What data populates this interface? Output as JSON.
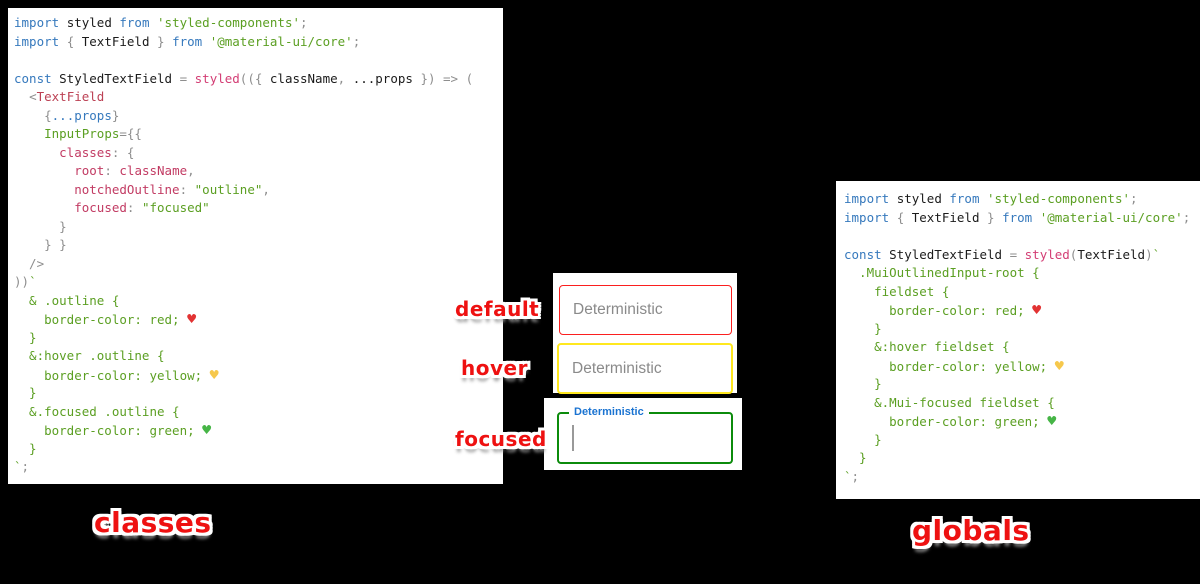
{
  "colors": {
    "kw": "#3679bd",
    "plain": "#1b1b1b",
    "str": "#5b9f22",
    "func": "#d33d74",
    "component": "#bc4154",
    "key": "#c23b63",
    "punct": "#8e8e8e",
    "heart_red": "#e23333",
    "heart_yellow": "#f6c84c",
    "heart_green": "#46b546",
    "field_red": "#fb1f1f",
    "field_yellow": "#ffe81f",
    "field_green": "#0b8b0b",
    "label_blue": "#1a73d1",
    "placeholder_gray": "#8a8a8a",
    "caret_gray": "#999999",
    "sticker_red": "#ee1111"
  },
  "left_code": {
    "lines": [
      [
        {
          "t": "import ",
          "c": "kw"
        },
        {
          "t": "styled ",
          "c": "plain"
        },
        {
          "t": "from ",
          "c": "kw"
        },
        {
          "t": "'styled-components'",
          "c": "str"
        },
        {
          "t": ";",
          "c": "punct"
        }
      ],
      [
        {
          "t": "import ",
          "c": "kw"
        },
        {
          "t": "{ ",
          "c": "punct"
        },
        {
          "t": "TextField",
          "c": "plain"
        },
        {
          "t": " } ",
          "c": "punct"
        },
        {
          "t": "from ",
          "c": "kw"
        },
        {
          "t": "'@material-ui/core'",
          "c": "str"
        },
        {
          "t": ";",
          "c": "punct"
        }
      ],
      [],
      [
        {
          "t": "const ",
          "c": "kw"
        },
        {
          "t": "StyledTextField ",
          "c": "plain"
        },
        {
          "t": "= ",
          "c": "punct"
        },
        {
          "t": "styled",
          "c": "func"
        },
        {
          "t": "(({ ",
          "c": "punct"
        },
        {
          "t": "className",
          "c": "plain"
        },
        {
          "t": ", ",
          "c": "punct"
        },
        {
          "t": "...props",
          "c": "plain"
        },
        {
          "t": " }) => (",
          "c": "punct"
        }
      ],
      [
        {
          "t": "  ",
          "c": "plain"
        },
        {
          "t": "<",
          "c": "punct"
        },
        {
          "t": "TextField",
          "c": "component"
        }
      ],
      [
        {
          "t": "    ",
          "c": "plain"
        },
        {
          "t": "{",
          "c": "punct"
        },
        {
          "t": "...props",
          "c": "kw"
        },
        {
          "t": "}",
          "c": "punct"
        }
      ],
      [
        {
          "t": "    ",
          "c": "plain"
        },
        {
          "t": "InputProps",
          "c": "str"
        },
        {
          "t": "={{",
          "c": "punct"
        }
      ],
      [
        {
          "t": "      ",
          "c": "plain"
        },
        {
          "t": "classes",
          "c": "key"
        },
        {
          "t": ": {",
          "c": "punct"
        }
      ],
      [
        {
          "t": "        ",
          "c": "plain"
        },
        {
          "t": "root",
          "c": "key"
        },
        {
          "t": ": ",
          "c": "punct"
        },
        {
          "t": "className",
          "c": "key"
        },
        {
          "t": ",",
          "c": "punct"
        }
      ],
      [
        {
          "t": "        ",
          "c": "plain"
        },
        {
          "t": "notchedOutline",
          "c": "key"
        },
        {
          "t": ": ",
          "c": "punct"
        },
        {
          "t": "\"outline\"",
          "c": "str"
        },
        {
          "t": ",",
          "c": "punct"
        }
      ],
      [
        {
          "t": "        ",
          "c": "plain"
        },
        {
          "t": "focused",
          "c": "key"
        },
        {
          "t": ": ",
          "c": "punct"
        },
        {
          "t": "\"focused\"",
          "c": "str"
        }
      ],
      [
        {
          "t": "      }",
          "c": "punct"
        }
      ],
      [
        {
          "t": "    } }",
          "c": "punct"
        }
      ],
      [
        {
          "t": "  />",
          "c": "punct"
        }
      ],
      [
        {
          "t": "))",
          "c": "punct"
        },
        {
          "t": "`",
          "c": "str"
        }
      ],
      [
        {
          "t": "  & .outline {",
          "c": "str"
        }
      ],
      [
        {
          "t": "    border-color: red; ",
          "c": "str"
        },
        {
          "t": "♥",
          "c": "heart_red"
        }
      ],
      [
        {
          "t": "  }",
          "c": "str"
        }
      ],
      [
        {
          "t": "  &:hover .outline {",
          "c": "str"
        }
      ],
      [
        {
          "t": "    border-color: yellow; ",
          "c": "str"
        },
        {
          "t": "♥",
          "c": "heart_yellow"
        }
      ],
      [
        {
          "t": "  }",
          "c": "str"
        }
      ],
      [
        {
          "t": "  &.focused .outline {",
          "c": "str"
        }
      ],
      [
        {
          "t": "    border-color: green; ",
          "c": "str"
        },
        {
          "t": "♥",
          "c": "heart_green"
        }
      ],
      [
        {
          "t": "  }",
          "c": "str"
        }
      ],
      [
        {
          "t": "`",
          "c": "str"
        },
        {
          "t": ";",
          "c": "punct"
        }
      ]
    ]
  },
  "right_code": {
    "lines": [
      [
        {
          "t": "import ",
          "c": "kw"
        },
        {
          "t": "styled ",
          "c": "plain"
        },
        {
          "t": "from ",
          "c": "kw"
        },
        {
          "t": "'styled-components'",
          "c": "str"
        },
        {
          "t": ";",
          "c": "punct"
        }
      ],
      [
        {
          "t": "import ",
          "c": "kw"
        },
        {
          "t": "{ ",
          "c": "punct"
        },
        {
          "t": "TextField",
          "c": "plain"
        },
        {
          "t": " } ",
          "c": "punct"
        },
        {
          "t": "from ",
          "c": "kw"
        },
        {
          "t": "'@material-ui/core'",
          "c": "str"
        },
        {
          "t": ";",
          "c": "punct"
        }
      ],
      [],
      [
        {
          "t": "const ",
          "c": "kw"
        },
        {
          "t": "StyledTextField ",
          "c": "plain"
        },
        {
          "t": "= ",
          "c": "punct"
        },
        {
          "t": "styled",
          "c": "func"
        },
        {
          "t": "(",
          "c": "punct"
        },
        {
          "t": "TextField",
          "c": "plain"
        },
        {
          "t": ")",
          "c": "punct"
        },
        {
          "t": "`",
          "c": "str"
        }
      ],
      [
        {
          "t": "  .MuiOutlinedInput-root {",
          "c": "str"
        }
      ],
      [
        {
          "t": "    fieldset {",
          "c": "str"
        }
      ],
      [
        {
          "t": "      border-color: red; ",
          "c": "str"
        },
        {
          "t": "♥",
          "c": "heart_red"
        }
      ],
      [
        {
          "t": "    }",
          "c": "str"
        }
      ],
      [
        {
          "t": "    &:hover fieldset {",
          "c": "str"
        }
      ],
      [
        {
          "t": "      border-color: yellow; ",
          "c": "str"
        },
        {
          "t": "♥",
          "c": "heart_yellow"
        }
      ],
      [
        {
          "t": "    }",
          "c": "str"
        }
      ],
      [
        {
          "t": "    &.Mui-focused fieldset {",
          "c": "str"
        }
      ],
      [
        {
          "t": "      border-color: green; ",
          "c": "str"
        },
        {
          "t": "♥",
          "c": "heart_green"
        }
      ],
      [
        {
          "t": "    }",
          "c": "str"
        }
      ],
      [
        {
          "t": "  }",
          "c": "str"
        }
      ],
      [
        {
          "t": "`",
          "c": "str"
        },
        {
          "t": ";",
          "c": "punct"
        }
      ]
    ]
  },
  "fields": {
    "default": {
      "placeholder": "Deterministic"
    },
    "hover": {
      "placeholder": "Deterministic"
    },
    "focused": {
      "label": "Deterministic"
    }
  },
  "labels": {
    "default": "default",
    "hover": "hover",
    "focused": "focused"
  },
  "captions": {
    "classes": "classes",
    "globals": "globals"
  }
}
